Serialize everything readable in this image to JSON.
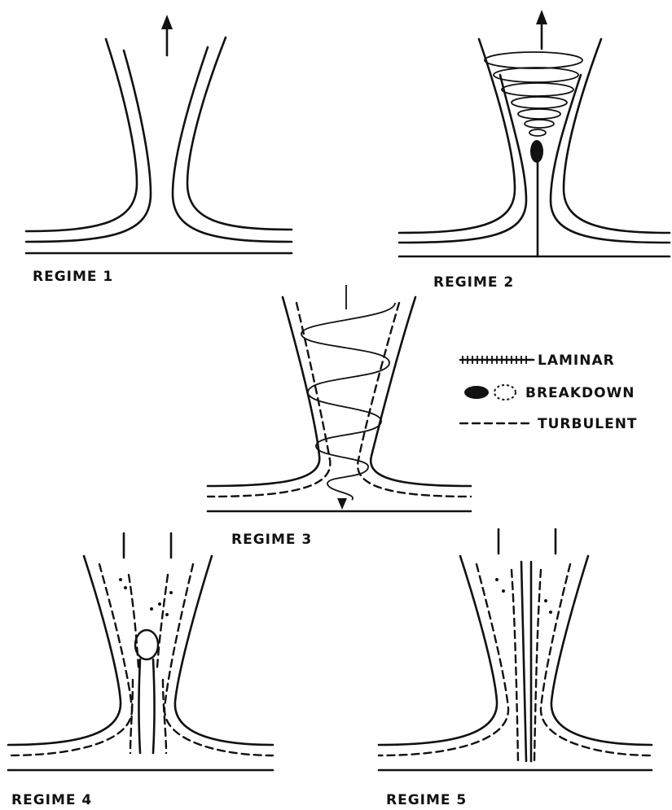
{
  "panels": {
    "regime1": {
      "label": "REGIME 1"
    },
    "regime2": {
      "label": "REGIME 2"
    },
    "regime3": {
      "label": "REGIME 3"
    },
    "regime4": {
      "label": "REGIME 4"
    },
    "regime5": {
      "label": "REGIME 5"
    }
  },
  "legend": {
    "laminar": "LAMINAR",
    "breakdown": "BREAKDOWN",
    "turbulent": "TURBULENT"
  }
}
